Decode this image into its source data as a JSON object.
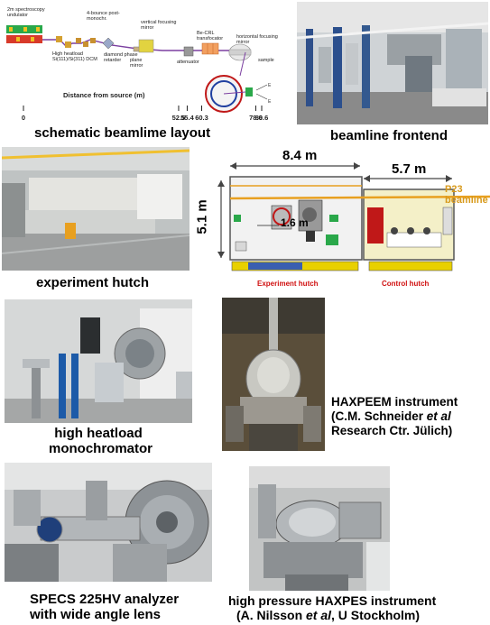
{
  "layout": {
    "caption": "schematic beamlime layout",
    "distance_label": "Distance from source (m)",
    "ticks": [
      {
        "label": "0",
        "value": 0
      },
      {
        "label": "52.5",
        "value": 52.5
      },
      {
        "label": "55.4",
        "value": 55.4
      },
      {
        "label": "60.3",
        "value": 60.3
      },
      {
        "label": "78.6",
        "value": 78.6
      },
      {
        "label": "80.6",
        "value": 80.6
      }
    ],
    "components": {
      "undulator": "2m spectroscopy undulator",
      "dcm": "High heatload Si(111)/Si(311) DCM",
      "postmono": "4-bounce post-monochr.",
      "retarder": "diamond phase retarder",
      "plane_mirror": "plane mirror",
      "vfm": "vertical focusing mirror",
      "attenuator": "attenuator",
      "crl": "Be-CRL transfocator",
      "hfm": "horizontal focusing mirror",
      "sample": "sample"
    }
  },
  "frontend": {
    "caption": "beamline frontend"
  },
  "hutch": {
    "caption": "experiment hutch"
  },
  "floorplan": {
    "width_label": "8.4 m",
    "control_width_label": "5.7 m",
    "height_label": "5.1 m",
    "inner_label": "1.6 m",
    "neighbor_label": "P23 beamline",
    "experiment_hutch_label": "Experiment hutch",
    "control_hutch_label": "Control hutch"
  },
  "mono": {
    "caption": "high heatload monochromator"
  },
  "haxpeem": {
    "line1": "HAXPEEM instrument",
    "line2_prefix": "(C.M. Schneider ",
    "line2_italic": "et al",
    "line3": "Research Ctr. Jülich)"
  },
  "specs": {
    "caption_line1": "SPECS 225HV analyzer",
    "caption_line2": "with wide angle lens"
  },
  "highpressure": {
    "line1": "high pressure HAXPES instrument",
    "line2_prefix": "(A. Nilsson ",
    "line2_italic": "et al",
    "line2_suffix": ", U Stockholm)"
  },
  "colors": {
    "orange": "#e8a020",
    "red": "#d01010",
    "purple": "#7b3fa0"
  }
}
